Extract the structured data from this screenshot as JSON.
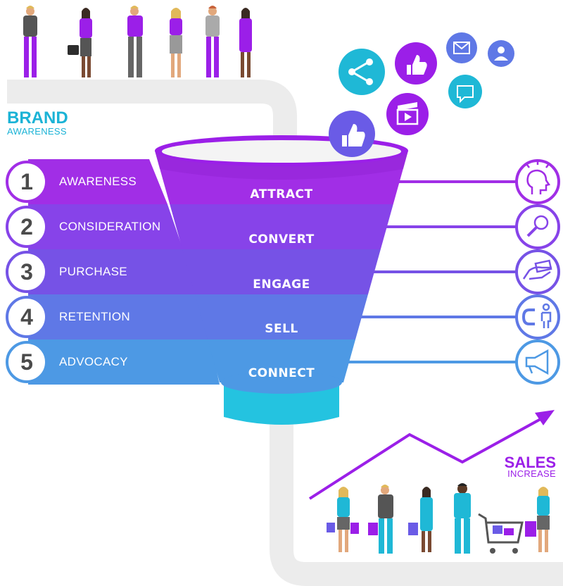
{
  "brand": {
    "title": "BRAND",
    "subtitle": "AWARENESS"
  },
  "sales": {
    "title": "SALES",
    "subtitle": "INCREASE"
  },
  "steps": [
    {
      "num": "1",
      "label": "AWARENESS",
      "color": "#a12ee6"
    },
    {
      "num": "2",
      "label": "CONSIDERATION",
      "color": "#8743e9"
    },
    {
      "num": "3",
      "label": "PURCHASE",
      "color": "#7652e6"
    },
    {
      "num": "4",
      "label": "RETENTION",
      "color": "#5f78e6"
    },
    {
      "num": "5",
      "label": "ADVOCACY",
      "color": "#4d99e4"
    }
  ],
  "funnel": [
    {
      "label": "ATTRACT",
      "color": "#a12ee6",
      "icon": "head-lightbulb-icon"
    },
    {
      "label": "CONVERT",
      "color": "#8743e9",
      "icon": "magnifier-icon"
    },
    {
      "label": "ENGAGE",
      "color": "#7652e6",
      "icon": "hand-card-icon"
    },
    {
      "label": "SELL",
      "color": "#5f78e6",
      "icon": "magnet-person-icon"
    },
    {
      "label": "CONNECT",
      "color": "#4d99e4",
      "icon": "megaphone-icon"
    }
  ],
  "social_icons": [
    "share-icon",
    "thumbs-up-icon",
    "mail-icon",
    "user-icon",
    "chat-icon",
    "video-icon",
    "thumbs-up-icon"
  ],
  "colors": {
    "cyan": "#1bb3d6",
    "purple": "#9b1fe8",
    "pipe": "#ececec"
  }
}
